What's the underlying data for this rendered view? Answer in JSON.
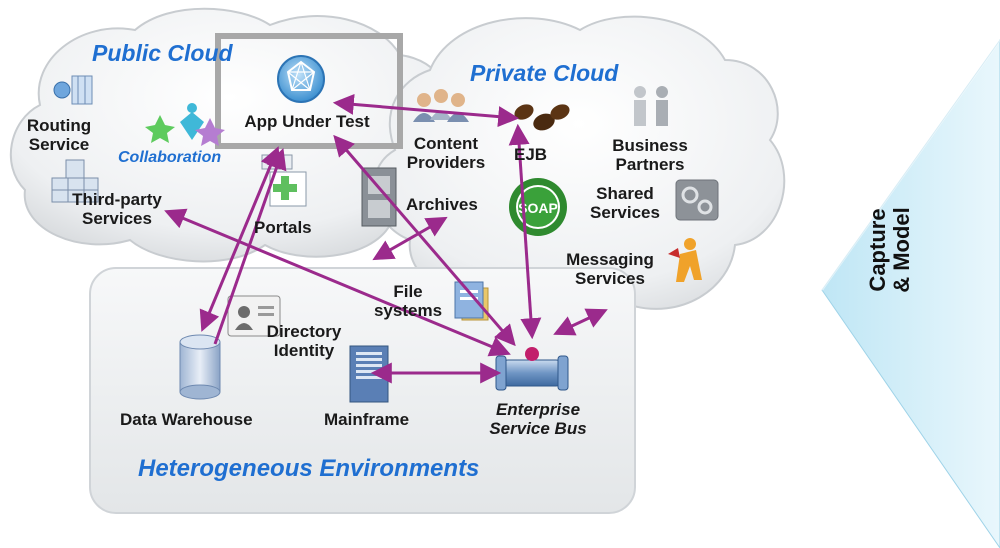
{
  "clouds": {
    "public_title": "Public Cloud",
    "private_title": "Private Cloud",
    "environments_title": "Heterogeneous Environments"
  },
  "nodes": {
    "app_under_test": "App Under Test",
    "routing_service": [
      "Routing",
      "Service"
    ],
    "collaboration": "Collaboration",
    "third_party": [
      "Third-party",
      "Services"
    ],
    "portals": "Portals",
    "content_providers": [
      "Content",
      "Providers"
    ],
    "ejb": "EJB",
    "business_partners": [
      "Business",
      "Partners"
    ],
    "archives": "Archives",
    "shared_services": [
      "Shared",
      "Services"
    ],
    "messaging_services": [
      "Messaging",
      "Services"
    ],
    "file_systems": [
      "File",
      "systems"
    ],
    "directory_identity": [
      "Directory",
      "Identity"
    ],
    "data_warehouse": "Data Warehouse",
    "mainframe": "Mainframe",
    "enterprise_service_bus": [
      "Enterprise",
      "Service Bus"
    ],
    "soap_badge": "SOAP"
  },
  "side_panel": {
    "label": [
      "Capture",
      "& Model"
    ]
  },
  "colors": {
    "arrow": "#9b2a8c",
    "title_blue": "#1f6fd1",
    "panel_blue": "#a9dcef"
  }
}
